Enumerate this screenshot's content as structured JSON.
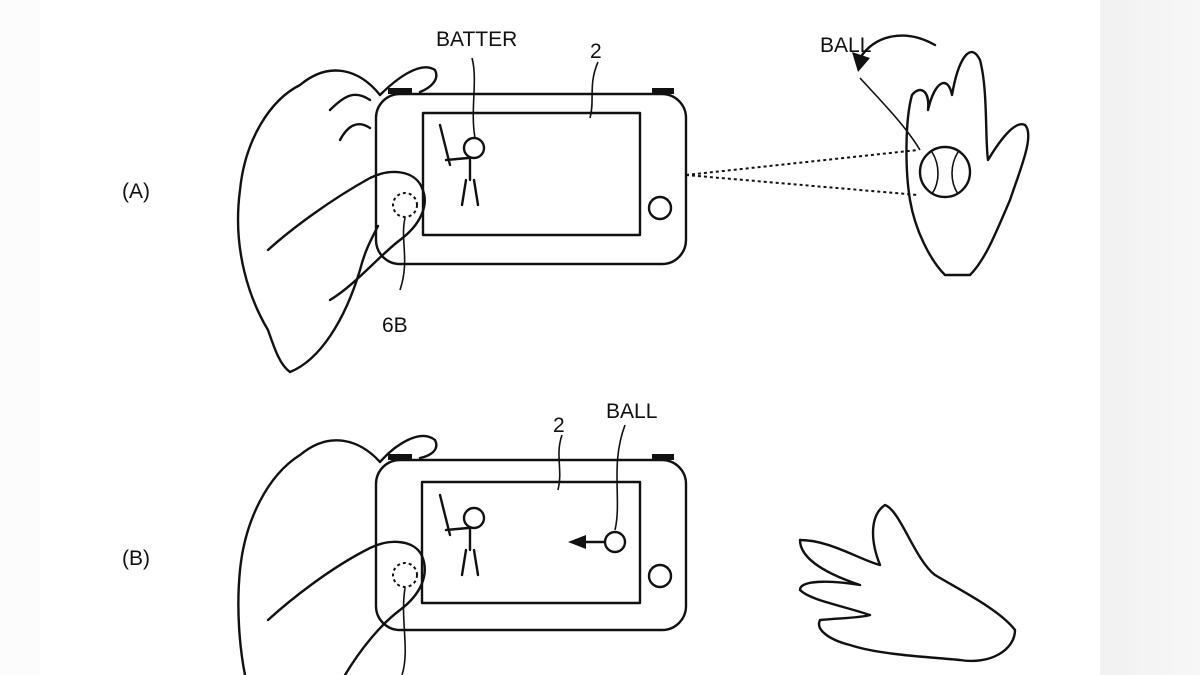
{
  "figure_a": {
    "panel_label": "(A)",
    "batter_label": "BATTER",
    "device_ref": "2",
    "ball_label": "BALL",
    "button_ref": "6B"
  },
  "figure_b": {
    "panel_label": "(B)",
    "device_ref": "2",
    "ball_label": "BALL"
  }
}
